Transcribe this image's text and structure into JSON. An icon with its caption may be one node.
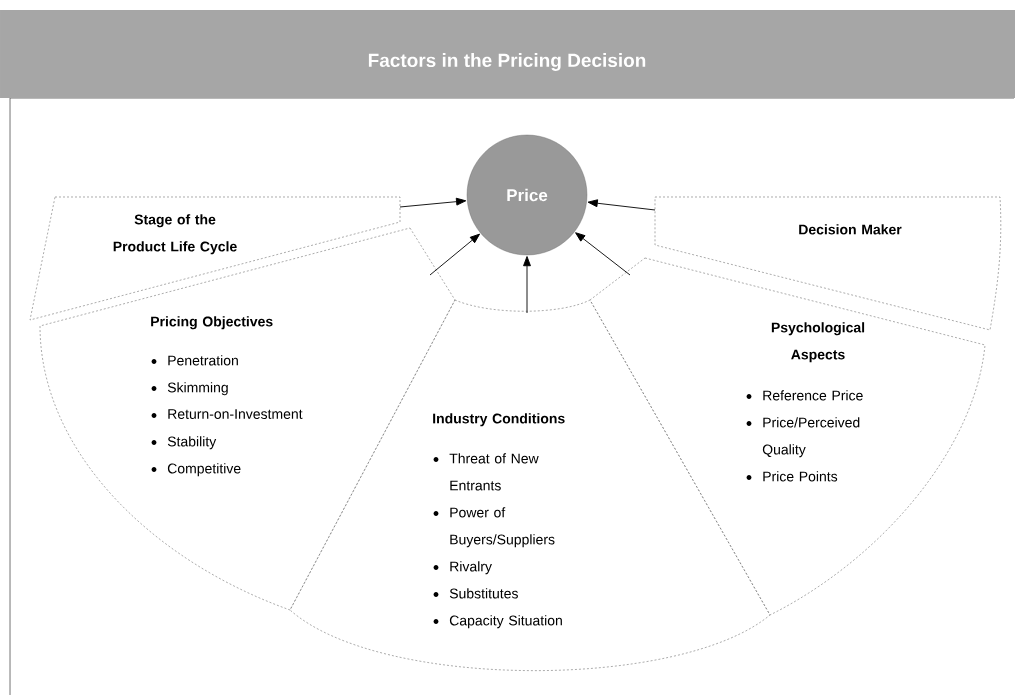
{
  "diagram": {
    "title": "Factors in the Pricing Decision",
    "nodes": [
      {
        "text": [
          "Price"
        ]
      },
      {
        "text": [
          "Stage of the Product Life Cycle"
        ]
      },
      {
        "text": [
          "Pricing Objectives",
          "Penetration",
          "Skimming",
          "Return-on-Investment",
          "Stability",
          "Competitive"
        ]
      },
      {
        "text": [
          "Industry Conditions",
          "Threat of New Entrants",
          "Power of Buyers/Suppliers",
          "Rivalry",
          "Substitutes",
          "Capacity Situation"
        ]
      },
      {
        "text": [
          "Psychological Aspects",
          "Reference Price",
          "Price/Perceived Quality",
          "Price Points"
        ]
      },
      {
        "text": [
          "Decision Maker"
        ]
      }
    ],
    "edges": [
      {
        "from": 1,
        "to": 0,
        "arrow": "to"
      },
      {
        "from": 2,
        "to": 0,
        "arrow": "to"
      },
      {
        "from": 3,
        "to": 0,
        "arrow": "to"
      },
      {
        "from": 4,
        "to": 0,
        "arrow": "to"
      },
      {
        "from": 5,
        "to": 0,
        "arrow": "to"
      }
    ]
  }
}
